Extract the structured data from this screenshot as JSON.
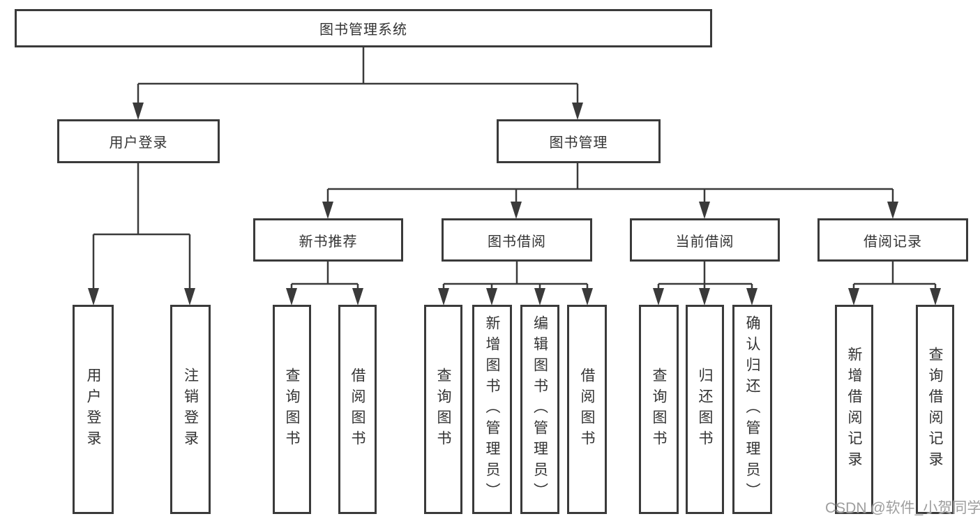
{
  "diagram": {
    "root": {
      "label": "图书管理系统"
    },
    "level2": [
      {
        "label": "用户登录"
      },
      {
        "label": "图书管理"
      }
    ],
    "level3": [
      {
        "label": "新书推荐",
        "parent": "图书管理"
      },
      {
        "label": "图书借阅",
        "parent": "图书管理"
      },
      {
        "label": "当前借阅",
        "parent": "图书管理"
      },
      {
        "label": "借阅记录",
        "parent": "图书管理"
      }
    ],
    "leaves": [
      {
        "label": "用户登录",
        "parent": "用户登录"
      },
      {
        "label": "注销登录",
        "parent": "用户登录"
      },
      {
        "label": "查询图书",
        "parent": "新书推荐"
      },
      {
        "label": "借阅图书",
        "parent": "新书推荐"
      },
      {
        "label": "查询图书",
        "parent": "图书借阅"
      },
      {
        "label": "新增图书（管理员）",
        "parent": "图书借阅"
      },
      {
        "label": "编辑图书（管理员）",
        "parent": "图书借阅"
      },
      {
        "label": "借阅图书",
        "parent": "图书借阅"
      },
      {
        "label": "查询图书",
        "parent": "当前借阅"
      },
      {
        "label": "归还图书",
        "parent": "当前借阅"
      },
      {
        "label": "确认归还（管理员）",
        "parent": "当前借阅"
      },
      {
        "label": "新增借阅记录",
        "parent": "借阅记录"
      },
      {
        "label": "查询借阅记录",
        "parent": "借阅记录"
      }
    ],
    "colors": {
      "line": "#3a3a3a",
      "text": "#333333",
      "box_background": "#ffffff",
      "watermark": "#9e9e9e"
    }
  },
  "watermark": {
    "text": "CSDN @软件_小贺同学"
  }
}
